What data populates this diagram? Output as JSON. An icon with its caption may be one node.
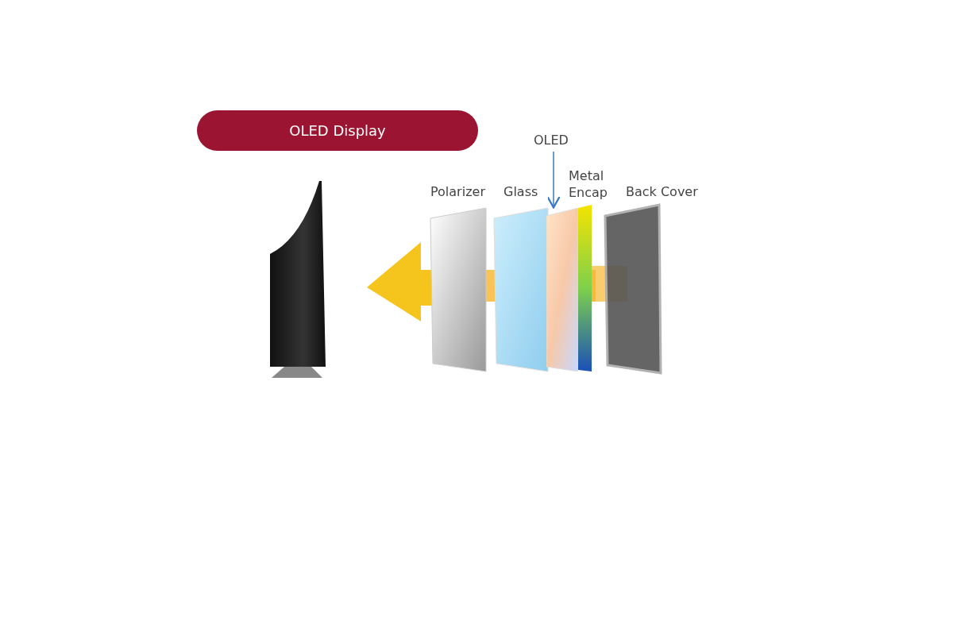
{
  "diagram": {
    "title": "OLED Display",
    "nodes": [
      {
        "text": [
          "OLED"
        ]
      },
      {
        "text": [],
        "shape": "picture"
      }
    ],
    "edges": [
      {
        "from": 0,
        "to": 1,
        "arrow": "to"
      }
    ],
    "labels": [
      "Polarizer",
      "Glass",
      "Metal Encap",
      "Back Cover"
    ]
  }
}
